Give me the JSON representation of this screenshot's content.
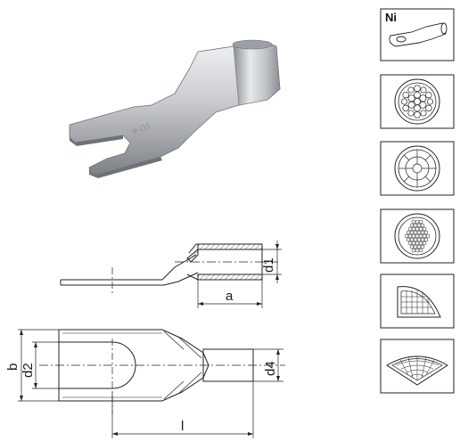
{
  "material_badge": "Ni",
  "dimension_labels": {
    "a": "a",
    "d1": "d1",
    "b": "b",
    "d2": "d2",
    "d4": "d4",
    "l": "l"
  },
  "conductor_icons": [
    {
      "name": "ni-lug-icon"
    },
    {
      "name": "stranded-round-conductor-icon"
    },
    {
      "name": "compacted-round-conductor-icon"
    },
    {
      "name": "fine-stranded-conductor-icon"
    },
    {
      "name": "sector-conductor-icon"
    },
    {
      "name": "sector-fine-conductor-icon"
    }
  ],
  "colors": {
    "line": "#222222",
    "metal_light": "#d9dadc",
    "metal_dark": "#8a8c90"
  }
}
